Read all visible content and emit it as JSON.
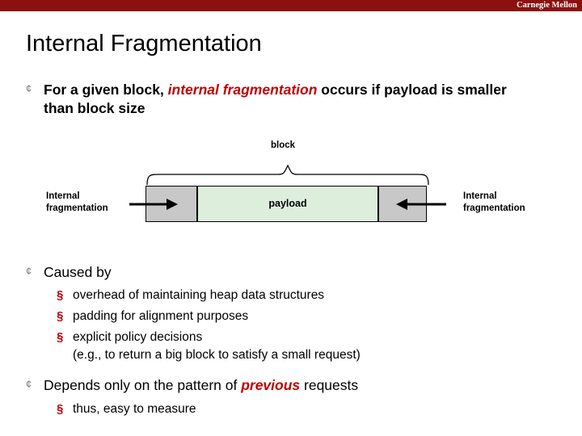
{
  "header": {
    "brand": "Carnegie Mellon",
    "bar_color": "#8c1010"
  },
  "title": "Internal Fragmentation",
  "bullets": [
    {
      "marker": "¢",
      "text_parts": [
        {
          "text": "For a given block, ",
          "style": "bold"
        },
        {
          "text": "internal fragmentation",
          "style": "red-italic-bold"
        },
        {
          "text": " occurs if payload is smaller than block size",
          "style": "bold"
        }
      ]
    },
    {
      "marker": "¢",
      "text_parts": [
        {
          "text": "Caused by",
          "style": "plain"
        }
      ]
    },
    {
      "marker": "¢",
      "text_parts": [
        {
          "text": "Depends only on the pattern of ",
          "style": "plain"
        },
        {
          "text": "previous",
          "style": "red-italic"
        },
        {
          "text": " requests",
          "style": "plain"
        }
      ]
    }
  ],
  "caused_by_items": [
    {
      "marker": "§",
      "text": "overhead of maintaining heap data structures"
    },
    {
      "marker": "§",
      "text": "padding for alignment purposes"
    },
    {
      "marker": "§",
      "text": "explicit policy decisions"
    }
  ],
  "caused_by_note": "(e.g., to return a big block to satisfy a small request)",
  "depends_items": [
    {
      "marker": "§",
      "text": "thus, easy to measure"
    }
  ],
  "diagram": {
    "block_label": "block",
    "payload_label": "payload",
    "left_label_line1": "Internal",
    "left_label_line2": "fragmentation",
    "right_label_line1": "Internal",
    "right_label_line2": "fragmentation",
    "colors": {
      "gray_block": "#c8c8c8",
      "payload_block": "#ddeedd",
      "outline": "#000000"
    }
  }
}
